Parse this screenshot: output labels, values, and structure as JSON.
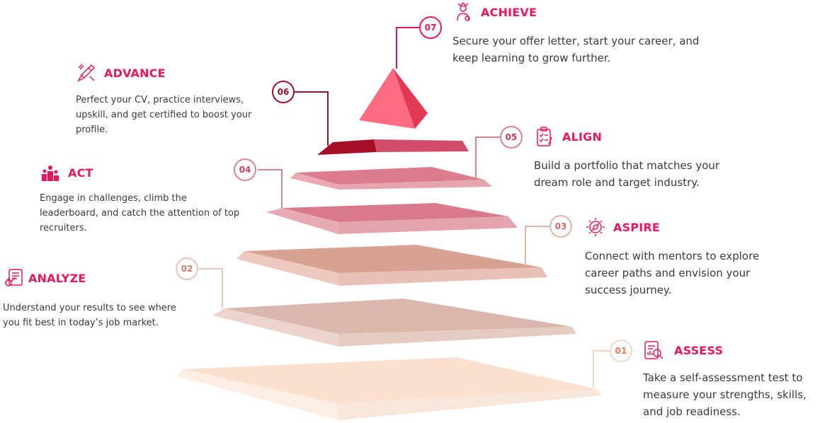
{
  "colors": {
    "accent": "#e8175d",
    "apex_light": "#ff6b81",
    "apex_dark": "#e23a55",
    "tier6_top": "#a60f26",
    "tier6_top_right": "#d14d6a",
    "tier_rose": "#d96f82",
    "tier_salmon": "#d89b8e",
    "tier_peach": "#fbd9c6"
  },
  "stages": [
    {
      "number": "01",
      "title": "ASSESS",
      "icon": "report-magnifier-icon",
      "description": "Take a self-assessment test to measure your strengths, skills, and job readiness."
    },
    {
      "number": "02",
      "title": "ANALYZE",
      "icon": "analytics-document-icon",
      "description": "Understand your results to see where you fit best in today’s job market."
    },
    {
      "number": "03",
      "title": "ASPIRE",
      "icon": "compass-icon",
      "description": "Connect with mentors to explore career paths and envision your success journey."
    },
    {
      "number": "04",
      "title": "ACT",
      "icon": "leaderboard-podium-icon",
      "description": "Engage in challenges, climb the leaderboard, and catch the attention of top recruiters."
    },
    {
      "number": "05",
      "title": "ALIGN",
      "icon": "clipboard-checklist-icon",
      "description": "Build a portfolio that matches your dream role and target industry."
    },
    {
      "number": "06",
      "title": "ADVANCE",
      "icon": "pencil-tools-icon",
      "description": "Perfect your CV, practice interviews, upskill, and get certified to boost your profile."
    },
    {
      "number": "07",
      "title": "ACHIEVE",
      "icon": "trophy-person-icon",
      "description": "Secure your offer letter, start your career, and keep learning to grow further."
    }
  ]
}
